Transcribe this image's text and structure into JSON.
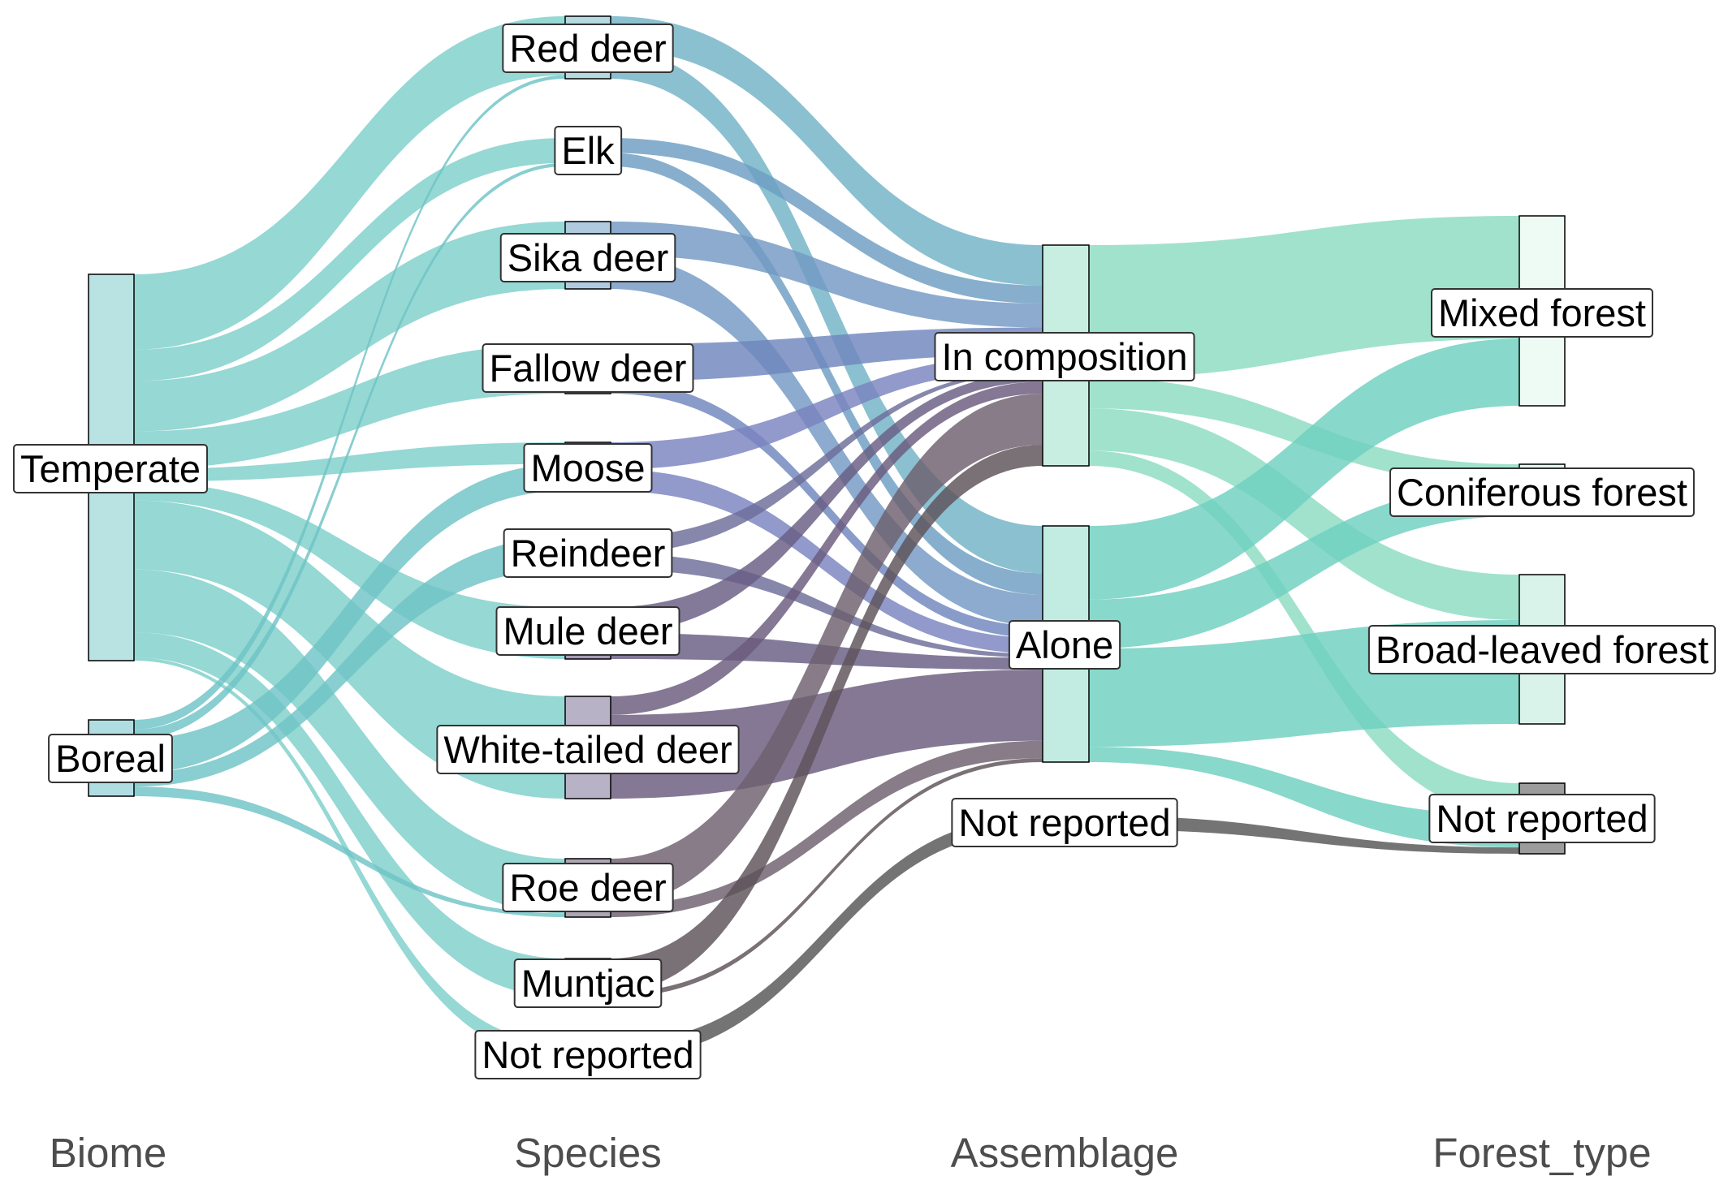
{
  "diagram": {
    "type": "alluvial",
    "axes": [
      {
        "id": "biome",
        "title": "Biome"
      },
      {
        "id": "species",
        "title": "Species"
      },
      {
        "id": "assemblage",
        "title": "Assemblage"
      },
      {
        "id": "forest",
        "title": "Forest_type"
      }
    ],
    "nodes": {
      "biome": [
        {
          "id": "temperate",
          "label": "Temperate",
          "fill": "#b9e3e2"
        },
        {
          "id": "boreal",
          "label": "Boreal",
          "fill": "#b0dde2"
        }
      ],
      "species": [
        {
          "id": "red",
          "label": "Red deer",
          "fill": "#b5d8e1"
        },
        {
          "id": "elk",
          "label": "Elk",
          "fill": "#a9cadb"
        },
        {
          "id": "sika",
          "label": "Sika deer",
          "fill": "#b0cbe0"
        },
        {
          "id": "fallow",
          "label": "Fallow deer",
          "fill": "#a6b6dc"
        },
        {
          "id": "moose",
          "label": "Moose",
          "fill": "#adb1dc"
        },
        {
          "id": "reindeer",
          "label": "Reindeer",
          "fill": "#a7a7c6"
        },
        {
          "id": "mule",
          "label": "Mule deer",
          "fill": "#a49cb7"
        },
        {
          "id": "wtd",
          "label": "White-tailed deer",
          "fill": "#b7b2c5"
        },
        {
          "id": "roe",
          "label": "Roe deer",
          "fill": "#aba6b1"
        },
        {
          "id": "muntjac",
          "label": "Muntjac",
          "fill": "#a8a4ab"
        },
        {
          "id": "nr",
          "label": "Not reported",
          "fill": "#b2b2b2"
        }
      ],
      "assemblage": [
        {
          "id": "incomp",
          "label": "In composition",
          "fill": "#c8eee2"
        },
        {
          "id": "alone",
          "label": "Alone",
          "fill": "#c2ece2"
        },
        {
          "id": "nr",
          "label": "Not reported",
          "fill": "#9a9a9a"
        }
      ],
      "forest": [
        {
          "id": "mixed",
          "label": "Mixed forest",
          "fill": "#eefaf4"
        },
        {
          "id": "conif",
          "label": "Coniferous forest",
          "fill": "#e2f6ec"
        },
        {
          "id": "broad",
          "label": "Broad-leaved forest",
          "fill": "#daf3ea"
        },
        {
          "id": "nr",
          "label": "Not reported",
          "fill": "#9c9c9c"
        }
      ]
    },
    "flows": [
      {
        "from": "temperate",
        "to": "red",
        "value": 12,
        "color": "#7ecfca"
      },
      {
        "from": "temperate",
        "to": "elk",
        "value": 5,
        "color": "#7ecfca"
      },
      {
        "from": "temperate",
        "to": "sika",
        "value": 8,
        "color": "#7ecfca"
      },
      {
        "from": "temperate",
        "to": "fallow",
        "value": 6,
        "color": "#7ecfca"
      },
      {
        "from": "temperate",
        "to": "moose",
        "value": 2,
        "color": "#7ecfca"
      },
      {
        "from": "temperate",
        "to": "mule",
        "value": 3,
        "color": "#7ecfca"
      },
      {
        "from": "temperate",
        "to": "wtd",
        "value": 11,
        "color": "#7ecfca"
      },
      {
        "from": "temperate",
        "to": "roe",
        "value": 10,
        "color": "#7ecfca"
      },
      {
        "from": "temperate",
        "to": "muntjac",
        "value": 4,
        "color": "#7ecfca"
      },
      {
        "from": "temperate",
        "to": "nr",
        "value": 0.5,
        "color": "#7ecfca"
      },
      {
        "from": "boreal",
        "to": "red",
        "value": 0.7,
        "color": "#6fc3c6"
      },
      {
        "from": "boreal",
        "to": "elk",
        "value": 0.7,
        "color": "#6fc3c6"
      },
      {
        "from": "boreal",
        "to": "moose",
        "value": 2.5,
        "color": "#6fc3c6"
      },
      {
        "from": "boreal",
        "to": "reindeer",
        "value": 1,
        "color": "#6fc3c6"
      },
      {
        "from": "boreal",
        "to": "roe",
        "value": 0.7,
        "color": "#6fc3c6"
      },
      {
        "from": "red",
        "to": "incomp",
        "value": 6.7,
        "color": "#72b2c6"
      },
      {
        "from": "red",
        "to": "alone",
        "value": 6,
        "color": "#72b2c6"
      },
      {
        "from": "elk",
        "to": "incomp",
        "value": 3,
        "color": "#6c9ec2"
      },
      {
        "from": "elk",
        "to": "alone",
        "value": 2.7,
        "color": "#6c9ec2"
      },
      {
        "from": "sika",
        "to": "incomp",
        "value": 4,
        "color": "#7399c3"
      },
      {
        "from": "sika",
        "to": "alone",
        "value": 4,
        "color": "#7399c3"
      },
      {
        "from": "fallow",
        "to": "incomp",
        "value": 4.5,
        "color": "#6f86bd"
      },
      {
        "from": "fallow",
        "to": "alone",
        "value": 1.5,
        "color": "#6f86bd"
      },
      {
        "from": "moose",
        "to": "incomp",
        "value": 2.5,
        "color": "#7a82c0"
      },
      {
        "from": "moose",
        "to": "alone",
        "value": 2,
        "color": "#7a82c0"
      },
      {
        "from": "reindeer",
        "to": "incomp",
        "value": 0.5,
        "color": "#6d6c9a"
      },
      {
        "from": "reindeer",
        "to": "alone",
        "value": 0.5,
        "color": "#6d6c9a"
      },
      {
        "from": "mule",
        "to": "incomp",
        "value": 1.5,
        "color": "#685d84"
      },
      {
        "from": "mule",
        "to": "alone",
        "value": 1.5,
        "color": "#685d84"
      },
      {
        "from": "wtd",
        "to": "incomp",
        "value": 2,
        "color": "#6a5a7c"
      },
      {
        "from": "wtd",
        "to": "alone",
        "value": 9,
        "color": "#6a5a7c"
      },
      {
        "from": "roe",
        "to": "incomp",
        "value": 8.5,
        "color": "#6d5f6e"
      },
      {
        "from": "roe",
        "to": "alone",
        "value": 2.2,
        "color": "#6d5f6e"
      },
      {
        "from": "muntjac",
        "to": "incomp",
        "value": 3.5,
        "color": "#5d5259"
      },
      {
        "from": "muntjac",
        "to": "alone",
        "value": 0.5,
        "color": "#5d5259"
      },
      {
        "from": "nr",
        "to": "nr",
        "value": 0.5,
        "color": "#555555"
      },
      {
        "from": "incomp",
        "to": "mixed",
        "value": 22,
        "color": "#8cdcc2"
      },
      {
        "from": "incomp",
        "to": "conif",
        "value": 5,
        "color": "#8cdcc2"
      },
      {
        "from": "incomp",
        "to": "broad",
        "value": 7,
        "color": "#8cdcc2"
      },
      {
        "from": "incomp",
        "to": "nr",
        "value": 2.5,
        "color": "#8cdcc2"
      },
      {
        "from": "alone",
        "to": "mixed",
        "value": 12,
        "color": "#6ed0bf"
      },
      {
        "from": "alone",
        "to": "conif",
        "value": 8,
        "color": "#6ed0bf"
      },
      {
        "from": "alone",
        "to": "broad",
        "value": 16,
        "color": "#6ed0bf"
      },
      {
        "from": "alone",
        "to": "nr",
        "value": 2.5,
        "color": "#6ed0bf"
      },
      {
        "from": "nr",
        "to": "nr",
        "value": 0.5,
        "color": "#555555"
      }
    ]
  }
}
